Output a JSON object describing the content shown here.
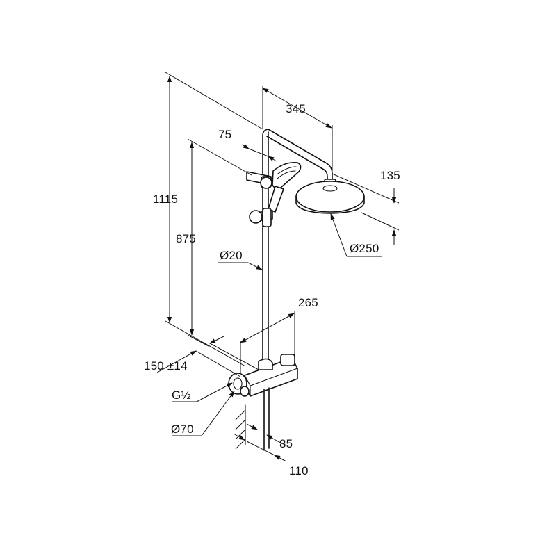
{
  "diagram": {
    "dimensions": {
      "height_total": "1115",
      "height_holder": "875",
      "arm_length": "345",
      "holder_offset": "75",
      "head_offset": "135",
      "head_diameter": "Ø250",
      "pipe_diameter": "Ø20",
      "mixer_width": "265",
      "inlet_spacing": "150 ±14",
      "thread": "G½",
      "rosette_diameter": "Ø70",
      "wall_to_pipe": "85",
      "wall_to_front": "110"
    }
  }
}
